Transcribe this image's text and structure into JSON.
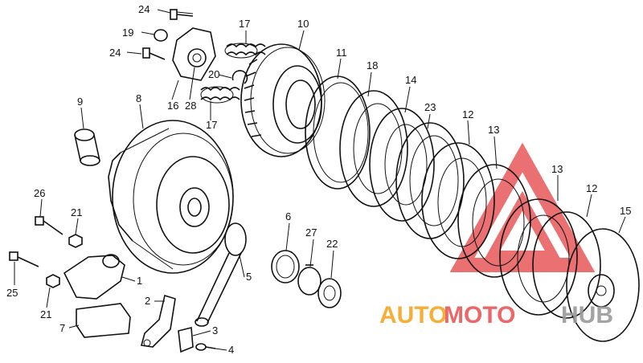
{
  "diagram": {
    "part_labels": {
      "p1": "1",
      "p2": "2",
      "p3": "3",
      "p4": "4",
      "p5": "5",
      "p6": "6",
      "p7": "7",
      "p8": "8",
      "p9": "9",
      "p10": "10",
      "p11": "11",
      "p12a": "12",
      "p12b": "12",
      "p13a": "13",
      "p13b": "13",
      "p14": "14",
      "p15": "15",
      "p16": "16",
      "p17a": "17",
      "p17b": "17",
      "p18": "18",
      "p19": "19",
      "p20": "20",
      "p21a": "21",
      "p21b": "21",
      "p22": "22",
      "p23": "23",
      "p24a": "24",
      "p24b": "24",
      "p25": "25",
      "p26": "26",
      "p27": "27",
      "p28": "28"
    }
  },
  "watermark": {
    "part1": "AUTO",
    "part2": "MOTO",
    "part3": "HUB",
    "colors": {
      "orange": "#f5a623",
      "red": "#e02b2b",
      "gray": "#b0b0b0"
    }
  }
}
